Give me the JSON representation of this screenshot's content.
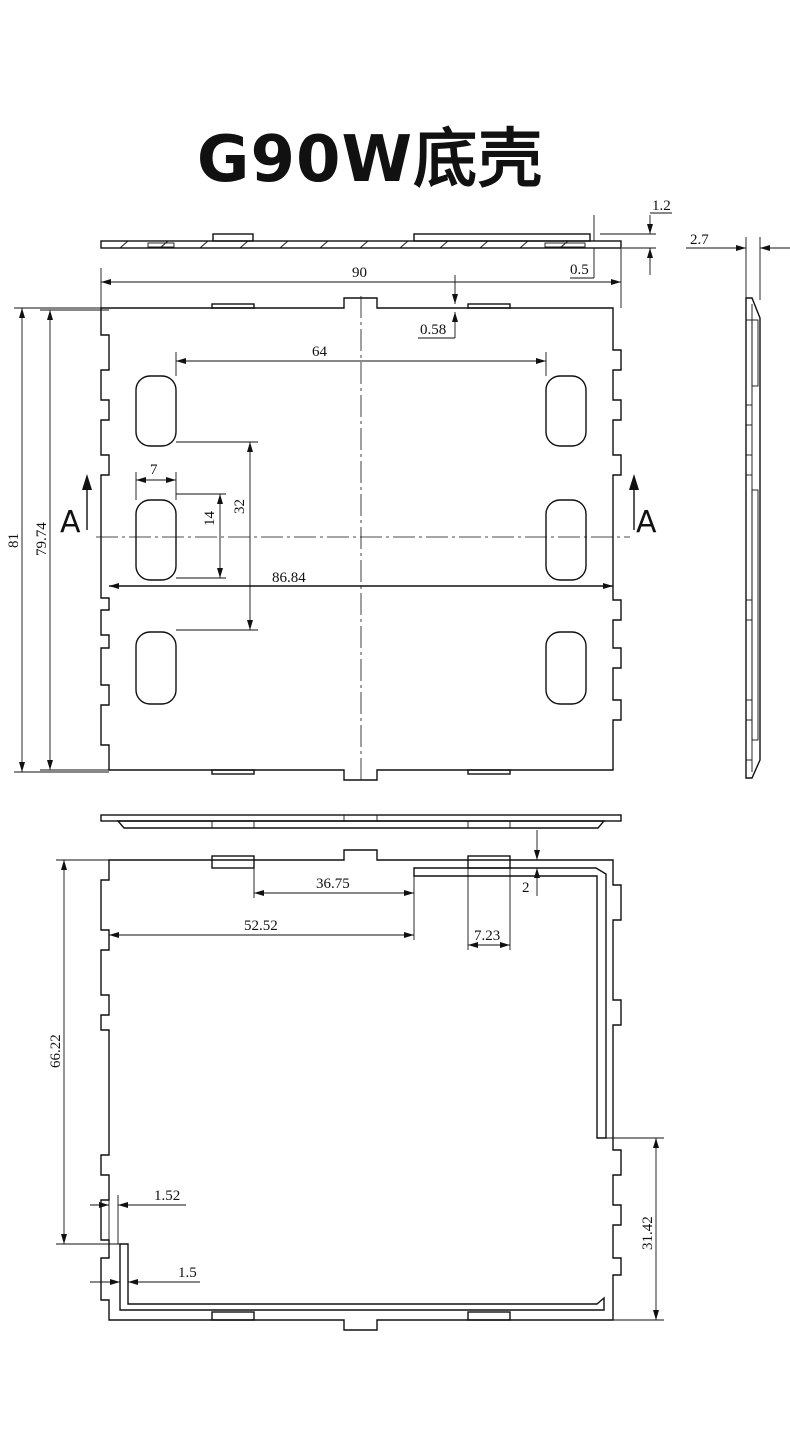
{
  "title": "G90W底壳",
  "section_label": "A",
  "dims": {
    "d_1_2": "1.2",
    "d_0_5": "0.5",
    "d_2_7": "2.7",
    "d_90": "90",
    "d_0_58": "0.58",
    "d_64": "64",
    "d_7": "7",
    "d_14": "14",
    "d_32": "32",
    "d_81": "81",
    "d_79_74": "79.74",
    "d_86_84": "86.84",
    "d_36_75": "36.75",
    "d_2": "2",
    "d_52_52": "52.52",
    "d_7_23": "7.23",
    "d_66_22": "66.22",
    "d_1_52": "1.52",
    "d_1_5": "1.5",
    "d_31_42": "31.42"
  }
}
